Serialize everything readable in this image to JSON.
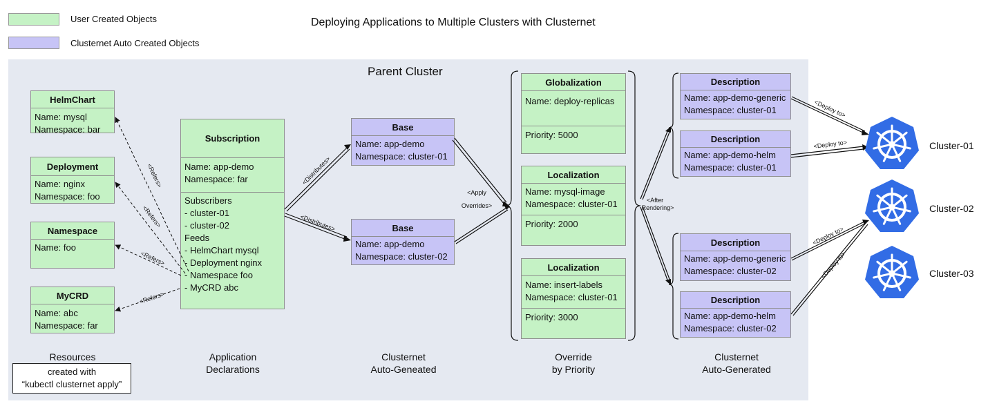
{
  "title": "Deploying Applications to Multiple Clusters with Clusternet",
  "legend": {
    "user_created": "User Created Objects",
    "auto_created": "Clusternet Auto Created Objects"
  },
  "colors": {
    "user_created": "#c5f2c5",
    "auto_created": "#c7c4f6",
    "parent_bg": "#e5e9f1",
    "k8s_blue": "#326ce5"
  },
  "parent_cluster_label": "Parent Cluster",
  "resources": [
    {
      "kind": "HelmChart",
      "lines": [
        "Name: mysql",
        "Namespace: bar"
      ]
    },
    {
      "kind": "Deployment",
      "lines": [
        "Name: nginx",
        "Namespace: foo"
      ]
    },
    {
      "kind": "Namespace",
      "lines": [
        "Name: foo"
      ]
    },
    {
      "kind": "MyCRD",
      "lines": [
        "Name: abc",
        "Namespace: far"
      ]
    }
  ],
  "subscription": {
    "kind": "Subscription",
    "meta": [
      "Name: app-demo",
      "Namespace: far"
    ],
    "spec": [
      "Subscribers",
      "- cluster-01",
      "- cluster-02",
      "Feeds",
      "- HelmChart mysql",
      "- Deployment nginx",
      "- Namespace foo",
      "- MyCRD abc"
    ]
  },
  "bases": [
    {
      "kind": "Base",
      "lines": [
        "Name: app-demo",
        "Namespace: cluster-01"
      ]
    },
    {
      "kind": "Base",
      "lines": [
        "Name: app-demo",
        "Namespace: cluster-02"
      ]
    }
  ],
  "overrides": [
    {
      "kind": "Globalization",
      "lines": [
        "Name: deploy-replicas"
      ],
      "priority": "Priority: 5000"
    },
    {
      "kind": "Localization",
      "lines": [
        "Name: mysql-image",
        "Namespace: cluster-01"
      ],
      "priority": "Priority: 2000"
    },
    {
      "kind": "Localization",
      "lines": [
        "Name: insert-labels",
        "Namespace: cluster-01"
      ],
      "priority": "Priority: 3000"
    }
  ],
  "descriptions": [
    {
      "kind": "Description",
      "lines": [
        "Name: app-demo-generic",
        "Namespace: cluster-01"
      ]
    },
    {
      "kind": "Description",
      "lines": [
        "Name: app-demo-helm",
        "Namespace: cluster-01"
      ]
    },
    {
      "kind": "Description",
      "lines": [
        "Name: app-demo-generic",
        "Namespace: cluster-02"
      ]
    },
    {
      "kind": "Description",
      "lines": [
        "Name: app-demo-helm",
        "Namespace: cluster-02"
      ]
    }
  ],
  "clusters": [
    "Cluster-01",
    "Cluster-02",
    "Cluster-03"
  ],
  "edge_labels": {
    "refers": "<Refers>",
    "distributes": "<Distributes>",
    "apply_overrides_1": "<Apply",
    "apply_overrides_2": "Overrides>",
    "after_rendering_1": "<After",
    "after_rendering_2": "Rendering>",
    "deploy_to": "<Deploy to>"
  },
  "columns": {
    "resources": "Resources",
    "app_decl_1": "Application",
    "app_decl_2": "Declarations",
    "auto_gen_a_1": "Clusternet",
    "auto_gen_a_2": "Auto-Geneated",
    "override_1": "Override",
    "override_2": "by Priority",
    "auto_gen_b_1": "Clusternet",
    "auto_gen_b_2": "Auto-Generated"
  },
  "created_note": {
    "line1": "created with",
    "line2": "“kubectl clusternet apply”"
  }
}
